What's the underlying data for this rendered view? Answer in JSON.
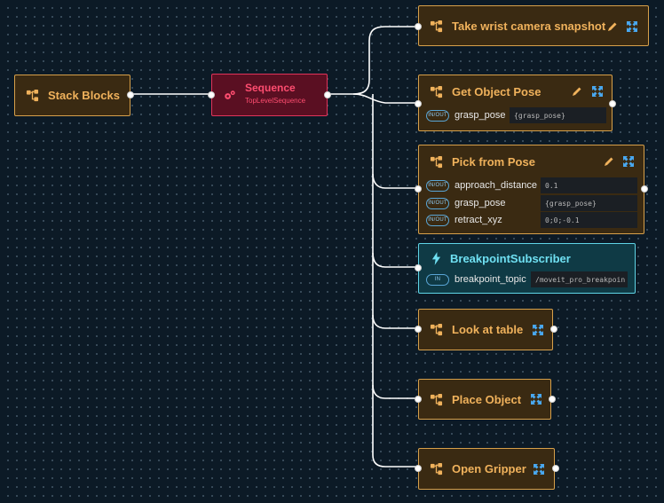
{
  "nodes": {
    "stack_blocks": {
      "title": "Stack Blocks",
      "icon": "tree-icon"
    },
    "sequence": {
      "title": "Sequence",
      "subtitle": "TopLevelSequence",
      "icon": "gears-icon"
    },
    "take_snapshot": {
      "title": "Take wrist camera snapshot"
    },
    "get_object_pose": {
      "title": "Get Object Pose",
      "ports": [
        {
          "direction": "IN/OUT",
          "name": "grasp_pose",
          "value": "{grasp_pose}"
        }
      ]
    },
    "pick_from_pose": {
      "title": "Pick from Pose",
      "ports": [
        {
          "direction": "IN/OUT",
          "name": "approach_distance",
          "value": "0.1"
        },
        {
          "direction": "IN/OUT",
          "name": "grasp_pose",
          "value": "{grasp_pose}"
        },
        {
          "direction": "IN/OUT",
          "name": "retract_xyz",
          "value": "0;0;-0.1"
        }
      ]
    },
    "breakpoint_subscriber": {
      "title": "BreakpointSubscriber",
      "icon": "lightning-icon",
      "ports": [
        {
          "direction": "IN",
          "name": "breakpoint_topic",
          "value": "/moveit_pro_breakpoin"
        }
      ]
    },
    "look_at_table": {
      "title": "Look at table"
    },
    "place_object": {
      "title": "Place Object"
    },
    "open_gripper": {
      "title": "Open Gripper"
    }
  },
  "colors": {
    "background": "#0c1a26",
    "node_fill": "#3a2a12",
    "node_border": "#d7a04a",
    "node_text": "#f0b25c",
    "sequence_fill": "#5a0f22",
    "sequence_border": "#e0345a",
    "breakpoint_fill": "#0f3a45",
    "breakpoint_border": "#5fd4e6",
    "expand_icon": "#49a8f0"
  }
}
